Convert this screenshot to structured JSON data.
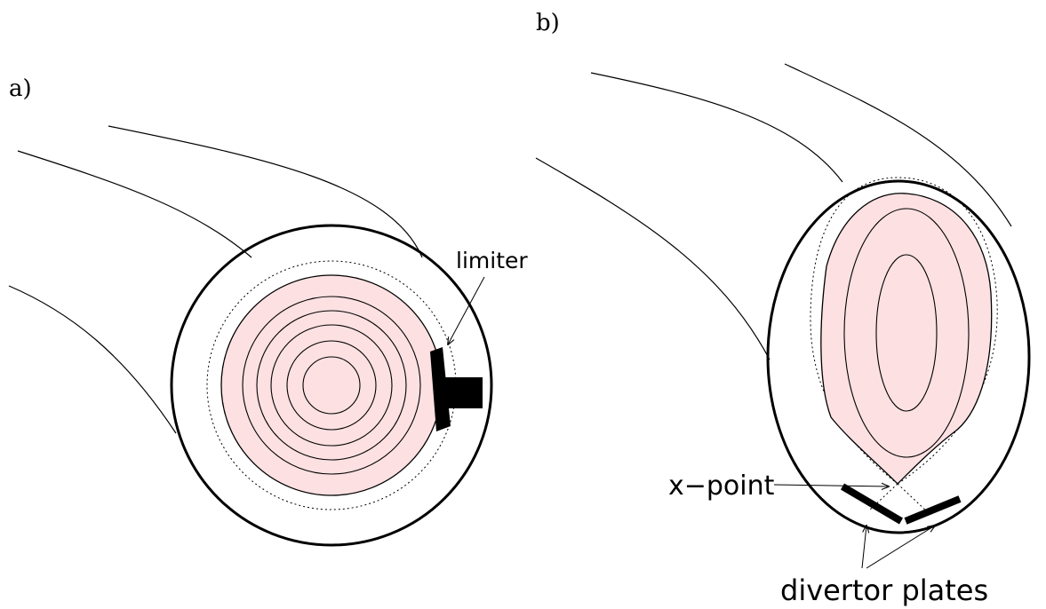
{
  "panels": {
    "a": {
      "label": "a)",
      "annotation": "limiter"
    },
    "b": {
      "label": "b)",
      "annotations": {
        "xpoint": "x−point",
        "divertor": "divertor plates"
      }
    }
  },
  "colors": {
    "plasma_fill": "#fde0e2",
    "line": "#000000"
  }
}
